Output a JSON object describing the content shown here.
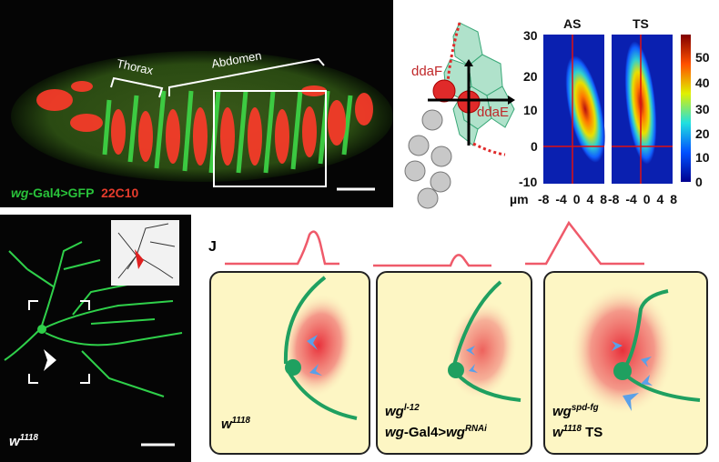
{
  "panel_embryo": {
    "thorax_label": "Thorax",
    "abdomen_label": "Abdomen",
    "legend_green_italic": "wg",
    "legend_green_rest": "-Gal4>GFP",
    "legend_red": "22C10",
    "colors": {
      "green": "#29c23a",
      "red": "#e53b2c"
    }
  },
  "panel_schematic": {
    "ddaF_label": "ddaF",
    "ddaE_label": "ddaE",
    "colors": {
      "neuron": "#e02a2a",
      "epithelium": "#8fd6b5",
      "cells": "#c8c8c8"
    }
  },
  "panel_heatmap": {
    "titles": [
      "AS",
      "TS"
    ],
    "y_ticks": [
      "30",
      "20",
      "10",
      "0",
      "-10"
    ],
    "x_unit": "µm",
    "x_ticks": [
      "-8",
      "-4",
      "0",
      "4",
      "8"
    ],
    "colorbar_ticks": [
      "50",
      "40",
      "30",
      "20",
      "10",
      "0"
    ]
  },
  "panel_neuron": {
    "genotype_base": "w",
    "genotype_sup": "1118"
  },
  "panel_J": {
    "letter": "J",
    "boxes": [
      {
        "line1_base": "w",
        "line1_sup": "1118"
      },
      {
        "line1_base": "wg",
        "line1_sup": "l-12",
        "line2_a": "wg",
        "line2_b": "-Gal4>",
        "line2_c": "wg",
        "line2_sup": "RNAi"
      },
      {
        "line1_base": "wg",
        "line1_sup": "spd-fg",
        "line2_base": "w",
        "line2_sup": "1118",
        "line2_suffix": " TS"
      }
    ]
  }
}
